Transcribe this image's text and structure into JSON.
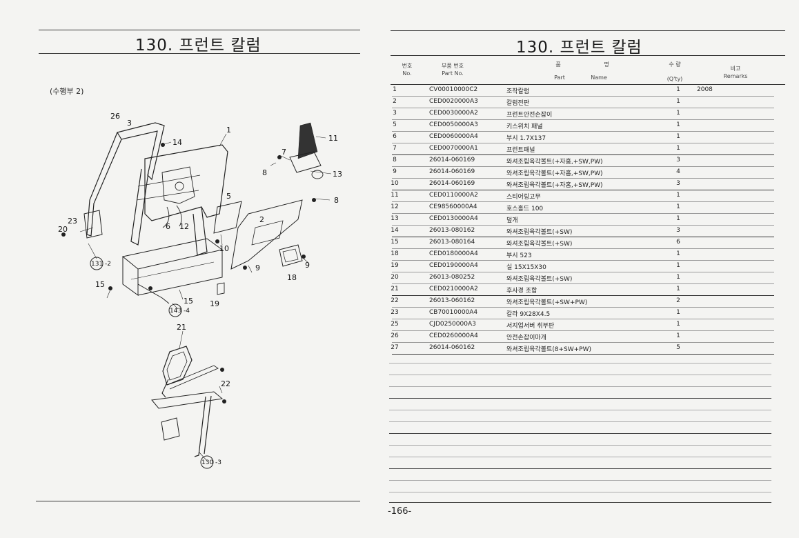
{
  "left_page": {
    "title": "130. 프런트 칼럼",
    "section_label": "(수행부 2)",
    "callouts": {
      "c1": "1",
      "c2": "2",
      "c3": "3",
      "c5": "5",
      "c6": "6",
      "c7": "7",
      "c8a": "8",
      "c8b": "8",
      "c9a": "9",
      "c9b": "9",
      "c10": "10",
      "c11": "11",
      "c12": "12",
      "c13": "13",
      "c14": "14",
      "c15a": "15",
      "c15b": "15",
      "c18": "18",
      "c19": "19",
      "c20": "20",
      "c21": "21",
      "c22": "22",
      "c23": "23",
      "c26": "26",
      "ref131": "131",
      "ref131s": "-2",
      "ref143": "143",
      "ref143s": "-4",
      "ref130": "130",
      "ref130s": "-3"
    }
  },
  "right_page": {
    "title": "130. 프런트 칼럼",
    "headers": {
      "no_kr": "번호",
      "no_en": "No.",
      "part_kr": "부품 번호",
      "part_en": "Part No.",
      "name_kr_1": "품",
      "name_kr_2": "명",
      "name_en_1": "Part",
      "name_en_2": "Name",
      "qty_kr": "수 량",
      "qty_en": "(Q'ty)",
      "rem_kr": "비고",
      "rem_en": "Remarks"
    },
    "rows": [
      {
        "no": "1",
        "part": "CV00010000C2",
        "name": "조작칼럼",
        "qty": "1",
        "remarks": "2008"
      },
      {
        "no": "2",
        "part": "CED0020000A3",
        "name": "칼럼전판",
        "qty": "1",
        "remarks": ""
      },
      {
        "no": "3",
        "part": "CED0030000A2",
        "name": "프런트안전손잡이",
        "qty": "1",
        "remarks": ""
      },
      {
        "no": "5",
        "part": "CED0050000A3",
        "name": "키스위치 패널",
        "qty": "1",
        "remarks": ""
      },
      {
        "no": "6",
        "part": "CED0060000A4",
        "name": "부시 1.7X137",
        "qty": "1",
        "remarks": ""
      },
      {
        "no": "7",
        "part": "CED0070000A1",
        "name": "프런트패널",
        "qty": "1",
        "remarks": ""
      },
      {
        "no": "8",
        "part": "26014-060169",
        "name": "와셔조립육각볼트(+자홈,+SW,PW)",
        "qty": "3",
        "remarks": ""
      },
      {
        "no": "9",
        "part": "26014-060169",
        "name": "와셔조립육각볼트(+자홈,+SW,PW)",
        "qty": "4",
        "remarks": ""
      },
      {
        "no": "10",
        "part": "26014-060169",
        "name": "와셔조립육각볼트(+자홈,+SW,PW)",
        "qty": "3",
        "remarks": ""
      },
      {
        "no": "11",
        "part": "CED0110000A2",
        "name": "스티어링고무",
        "qty": "1",
        "remarks": ""
      },
      {
        "no": "12",
        "part": "CE98560000A4",
        "name": "호스홀드 100",
        "qty": "1",
        "remarks": ""
      },
      {
        "no": "13",
        "part": "CED0130000A4",
        "name": "덮개",
        "qty": "1",
        "remarks": ""
      },
      {
        "no": "14",
        "part": "26013-080162",
        "name": "와셔조립육각볼트(+SW)",
        "qty": "3",
        "remarks": ""
      },
      {
        "no": "15",
        "part": "26013-080164",
        "name": "와셔조립육각볼트(+SW)",
        "qty": "6",
        "remarks": ""
      },
      {
        "no": "18",
        "part": "CED0180000A4",
        "name": "부시 523",
        "qty": "1",
        "remarks": ""
      },
      {
        "no": "19",
        "part": "CED0190000A4",
        "name": "실 15X15X30",
        "qty": "1",
        "remarks": ""
      },
      {
        "no": "20",
        "part": "26013-080252",
        "name": "와셔조립육각볼트(+SW)",
        "qty": "1",
        "remarks": ""
      },
      {
        "no": "21",
        "part": "CED0210000A2",
        "name": "후사경 조합",
        "qty": "1",
        "remarks": ""
      },
      {
        "no": "22",
        "part": "26013-060162",
        "name": "와셔조립육각볼트(+SW+PW)",
        "qty": "2",
        "remarks": ""
      },
      {
        "no": "23",
        "part": "CB70010000A4",
        "name": "칼라 9X28X4.5",
        "qty": "1",
        "remarks": ""
      },
      {
        "no": "25",
        "part": "CJD0250000A3",
        "name": "서지업서버 취부판",
        "qty": "1",
        "remarks": ""
      },
      {
        "no": "26",
        "part": "CED0260000A4",
        "name": "안전손잡이마개",
        "qty": "1",
        "remarks": ""
      },
      {
        "no": "27",
        "part": "26014-060162",
        "name": "와셔조립육각볼트(8+SW+PW)",
        "qty": "5",
        "remarks": ""
      }
    ],
    "page_number": "-166-"
  }
}
